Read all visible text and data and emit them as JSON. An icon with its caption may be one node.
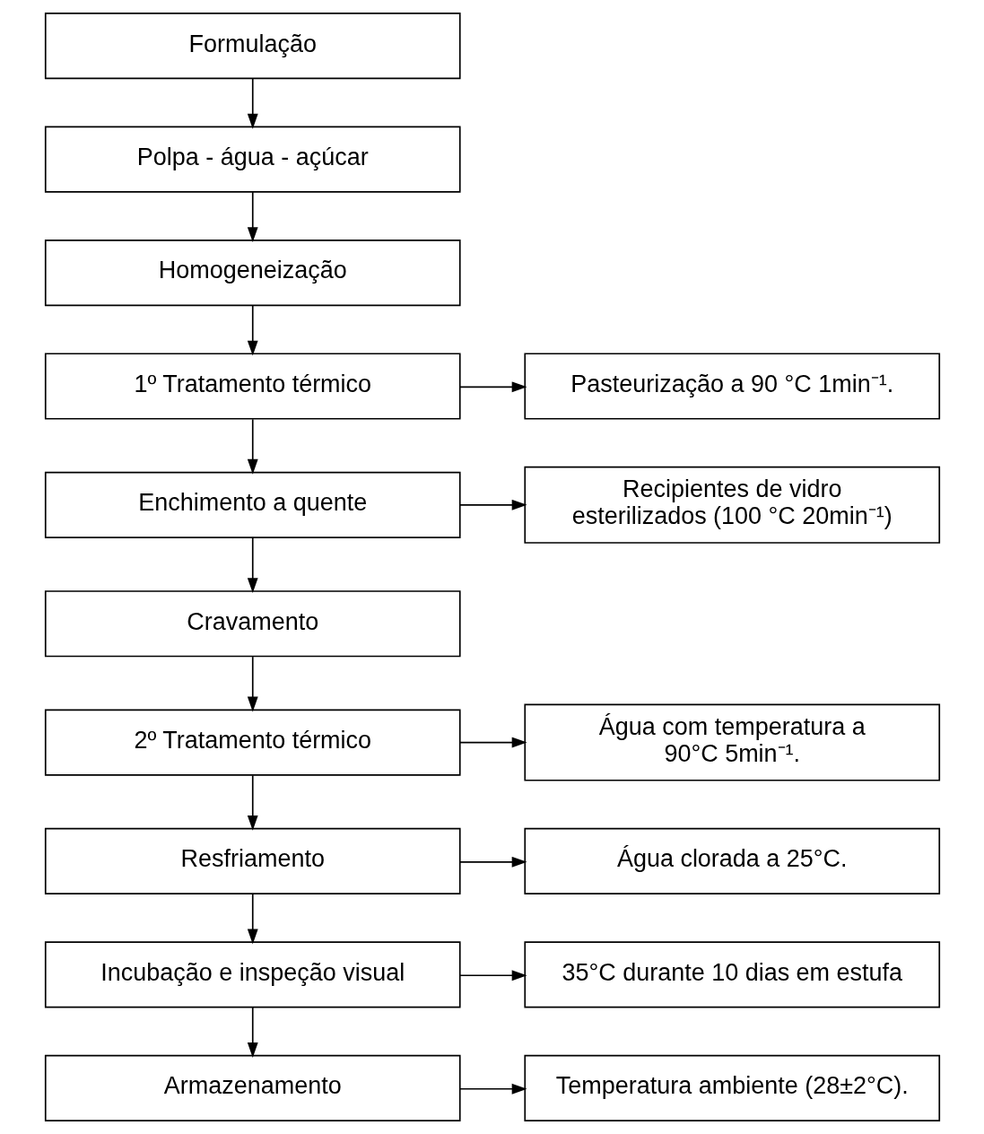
{
  "diagram": {
    "nodes": [
      {
        "text": [
          "Formulação"
        ]
      },
      {
        "text": [
          "Polpa - água - açúcar"
        ]
      },
      {
        "text": [
          "Homogeneização"
        ]
      },
      {
        "text": [
          "1º Tratamento térmico"
        ]
      },
      {
        "text": [
          "Pasteurização a 90 °C 1min⁻¹."
        ]
      },
      {
        "text": [
          "Enchimento a quente"
        ]
      },
      {
        "text": [
          "Recipientes de vidro esterilizados (100 °C 20min⁻¹)"
        ]
      },
      {
        "text": [
          "Cravamento"
        ]
      },
      {
        "text": [
          "2º Tratamento térmico"
        ]
      },
      {
        "text": [
          "Água com temperatura a 90°C 5min⁻¹."
        ]
      },
      {
        "text": [
          "Resfriamento"
        ]
      },
      {
        "text": [
          "Água clorada a 25°C."
        ]
      },
      {
        "text": [
          "Incubação e inspeção visual"
        ]
      },
      {
        "text": [
          "35°C durante 10 dias em estufa"
        ]
      },
      {
        "text": [
          "Armazenamento"
        ]
      },
      {
        "text": [
          "Temperatura ambiente (28±2°C)."
        ]
      }
    ],
    "edges": [
      {
        "from": 0,
        "to": 1,
        "arrow": "to"
      },
      {
        "from": 1,
        "to": 2,
        "arrow": "to"
      },
      {
        "from": 2,
        "to": 3,
        "arrow": "to"
      },
      {
        "from": 3,
        "to": 4,
        "arrow": "to"
      },
      {
        "from": 3,
        "to": 5,
        "arrow": "to"
      },
      {
        "from": 5,
        "to": 6,
        "arrow": "to"
      },
      {
        "from": 5,
        "to": 7,
        "arrow": "to"
      },
      {
        "from": 7,
        "to": 8,
        "arrow": "to"
      },
      {
        "from": 8,
        "to": 9,
        "arrow": "to"
      },
      {
        "from": 8,
        "to": 10,
        "arrow": "to"
      },
      {
        "from": 10,
        "to": 11,
        "arrow": "to"
      },
      {
        "from": 10,
        "to": 12,
        "arrow": "to"
      },
      {
        "from": 12,
        "to": 13,
        "arrow": "to"
      },
      {
        "from": 12,
        "to": 14,
        "arrow": "to"
      },
      {
        "from": 14,
        "to": 15,
        "arrow": "to"
      }
    ]
  }
}
